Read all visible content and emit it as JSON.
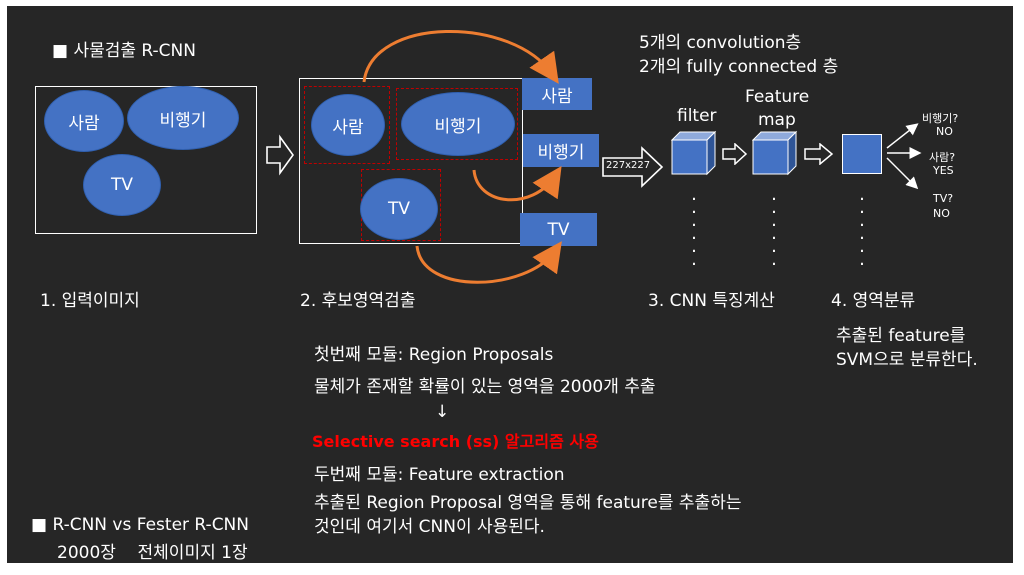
{
  "title": "■ 사물검출 R-CNN",
  "input_objects": {
    "person": "사람",
    "plane": "비행기",
    "tv": "TV"
  },
  "candidate_objects": {
    "person": "사람",
    "plane": "비행기",
    "tv": "TV"
  },
  "region_labels": {
    "person": "사람",
    "plane": "비행기",
    "tv": "TV"
  },
  "resize_label": "227x227",
  "cnn_desc": [
    "5개의 convolution층",
    "2개의 fully connected 층"
  ],
  "filter_label": "filter",
  "feature_map_label": [
    "Feature",
    "map"
  ],
  "outputs": [
    {
      "q": "비행기?",
      "a": "NO"
    },
    {
      "q": "사람?",
      "a": "YES"
    },
    {
      "q": "TV?",
      "a": "NO"
    }
  ],
  "steps": {
    "s1": "1. 입력이미지",
    "s2": "2. 후보영역검출",
    "s3": "3. CNN 특징계산",
    "s4": "4. 영역분류"
  },
  "step4_desc": [
    "추출된 feature를",
    "SVM으로 분류한다."
  ],
  "module1": "첫번째 모듈: Region Proposals",
  "module1_desc": "물체가 존재할 확률이 있는 영역을 2000개 추출",
  "down_arrow": "↓",
  "selective": "Selective search (ss) 알고리즘 사용",
  "module2": "두번째 모듈: Feature extraction",
  "module2_desc": [
    "추출된 Region Proposal 영역을 통해 feature를 추출하는",
    "것인데 여기서 CNN이 사용된다."
  ],
  "compare_title": "■ R-CNN vs Fester R-CNN",
  "compare_desc": "2000장    전체이미지 1장",
  "colors": {
    "bg": "#262626",
    "accent": "#4472c4",
    "dash": "#c00000",
    "orange": "#ed7d31",
    "red_text": "#ff0000"
  }
}
